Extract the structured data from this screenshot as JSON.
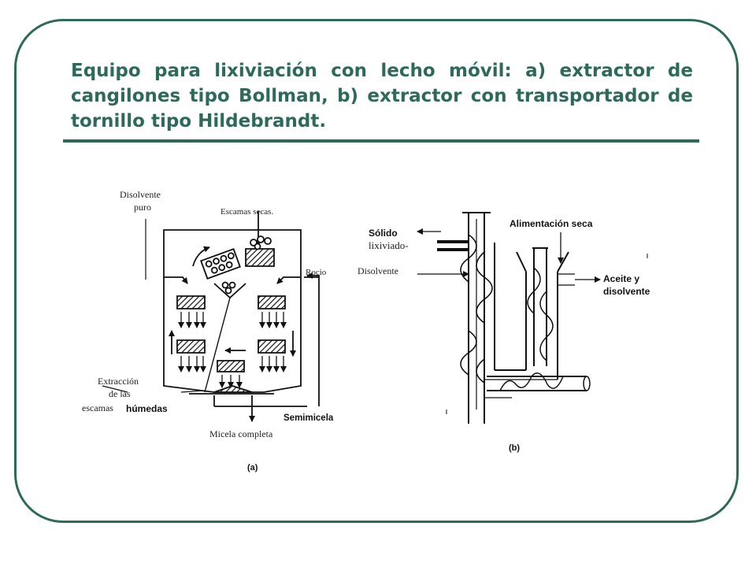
{
  "title": "Equipo para lixiviación con lecho móvil: a) extractor de cangilones tipo Bollman, b) extractor con transportador de tornillo tipo Hildebrandt.",
  "figure_a": {
    "caption": "(a)",
    "labels": {
      "disolvente_puro_1": "Disolvente",
      "disolvente_puro_2": "puro",
      "escamas_secas": "Escamas secas.",
      "rocio": "Rocio",
      "extraccion_1": "Extracción",
      "extraccion_2": "de las",
      "extraccion_3": "escamas",
      "humedas": "húmedas",
      "semimicela": "Semimicela",
      "micela_completa": "Micela completa"
    }
  },
  "figure_b": {
    "caption": "(b)",
    "labels": {
      "solido": "Sólido",
      "lixiviado": "lixiviado-",
      "disolvente": "Disolvente",
      "alimentacion_seca": "Alimentación seca",
      "aceite_1": "Aceite y",
      "aceite_2": "disolvente"
    }
  },
  "colors": {
    "accent": "#2e6a5c"
  }
}
